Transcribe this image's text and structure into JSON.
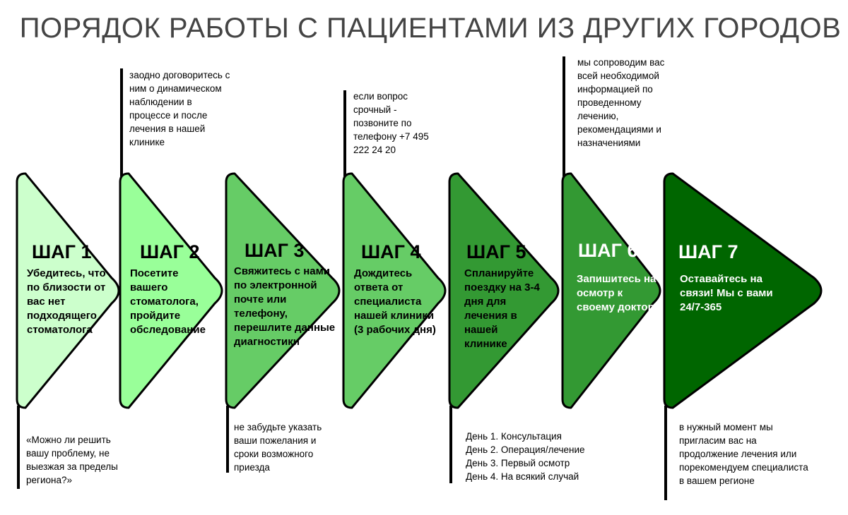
{
  "title": "ПОРЯДОК РАБОТЫ С ПАЦИЕНТАМИ ИЗ ДРУГИХ ГОРОДОВ",
  "steps": [
    {
      "label": "ШАГ 1",
      "text": "Убедитесь, что по близости от вас нет подходящего стоматолога",
      "color": "#ccffcc"
    },
    {
      "label": "ШАГ 2",
      "text": "Посетите вашего стоматолога, пройдите обследование",
      "color": "#99ff99"
    },
    {
      "label": "ШАГ 3",
      "text": "Свяжитесь с нами по электронной почте или телефону, перешлите данные диагностики",
      "color": "#66cc66"
    },
    {
      "label": "ШАГ 4",
      "text": "Дождитесь ответа от специалиста нашей клиники (3 рабочих дня)",
      "color": "#66cc66"
    },
    {
      "label": "ШАГ 5",
      "text": "Спланируйте поездку на 3-4 дня для лечения в нашей клинике",
      "color": "#339933"
    },
    {
      "label": "ШАГ 6",
      "text": "Запишитесь на осмотр к своему доктору",
      "color": "#339933"
    },
    {
      "label": "ШАГ 7",
      "text": "Оставайтесь на связи! Мы с вами 24/7-365",
      "color": "#006600"
    }
  ],
  "notes": {
    "top_step2": "заодно договоритесь с ним о динамическом наблюдении в процессе и после лечения в нашей клинике",
    "top_step4": "если вопрос срочный - позвоните по телефону +7 495 222 24 20",
    "top_step6": "мы сопроводим вас всей необходимой информацией по проведенному лечению, рекомендациями и назначениями",
    "bottom_step1": "«Можно ли решить вашу проблему, не выезжая за пределы региона?»",
    "bottom_step3": "не забудьте указать ваши пожелания и сроки возможного приезда",
    "bottom_step5": [
      "День 1. Консультация",
      "День 2. Операция/лечение",
      "День 3. Первый осмотр",
      "День 4. На всякий случай"
    ],
    "bottom_step7": "в нужный момент мы пригласим вас на продолжение лечения или порекомендуем специалиста в вашем регионе"
  }
}
